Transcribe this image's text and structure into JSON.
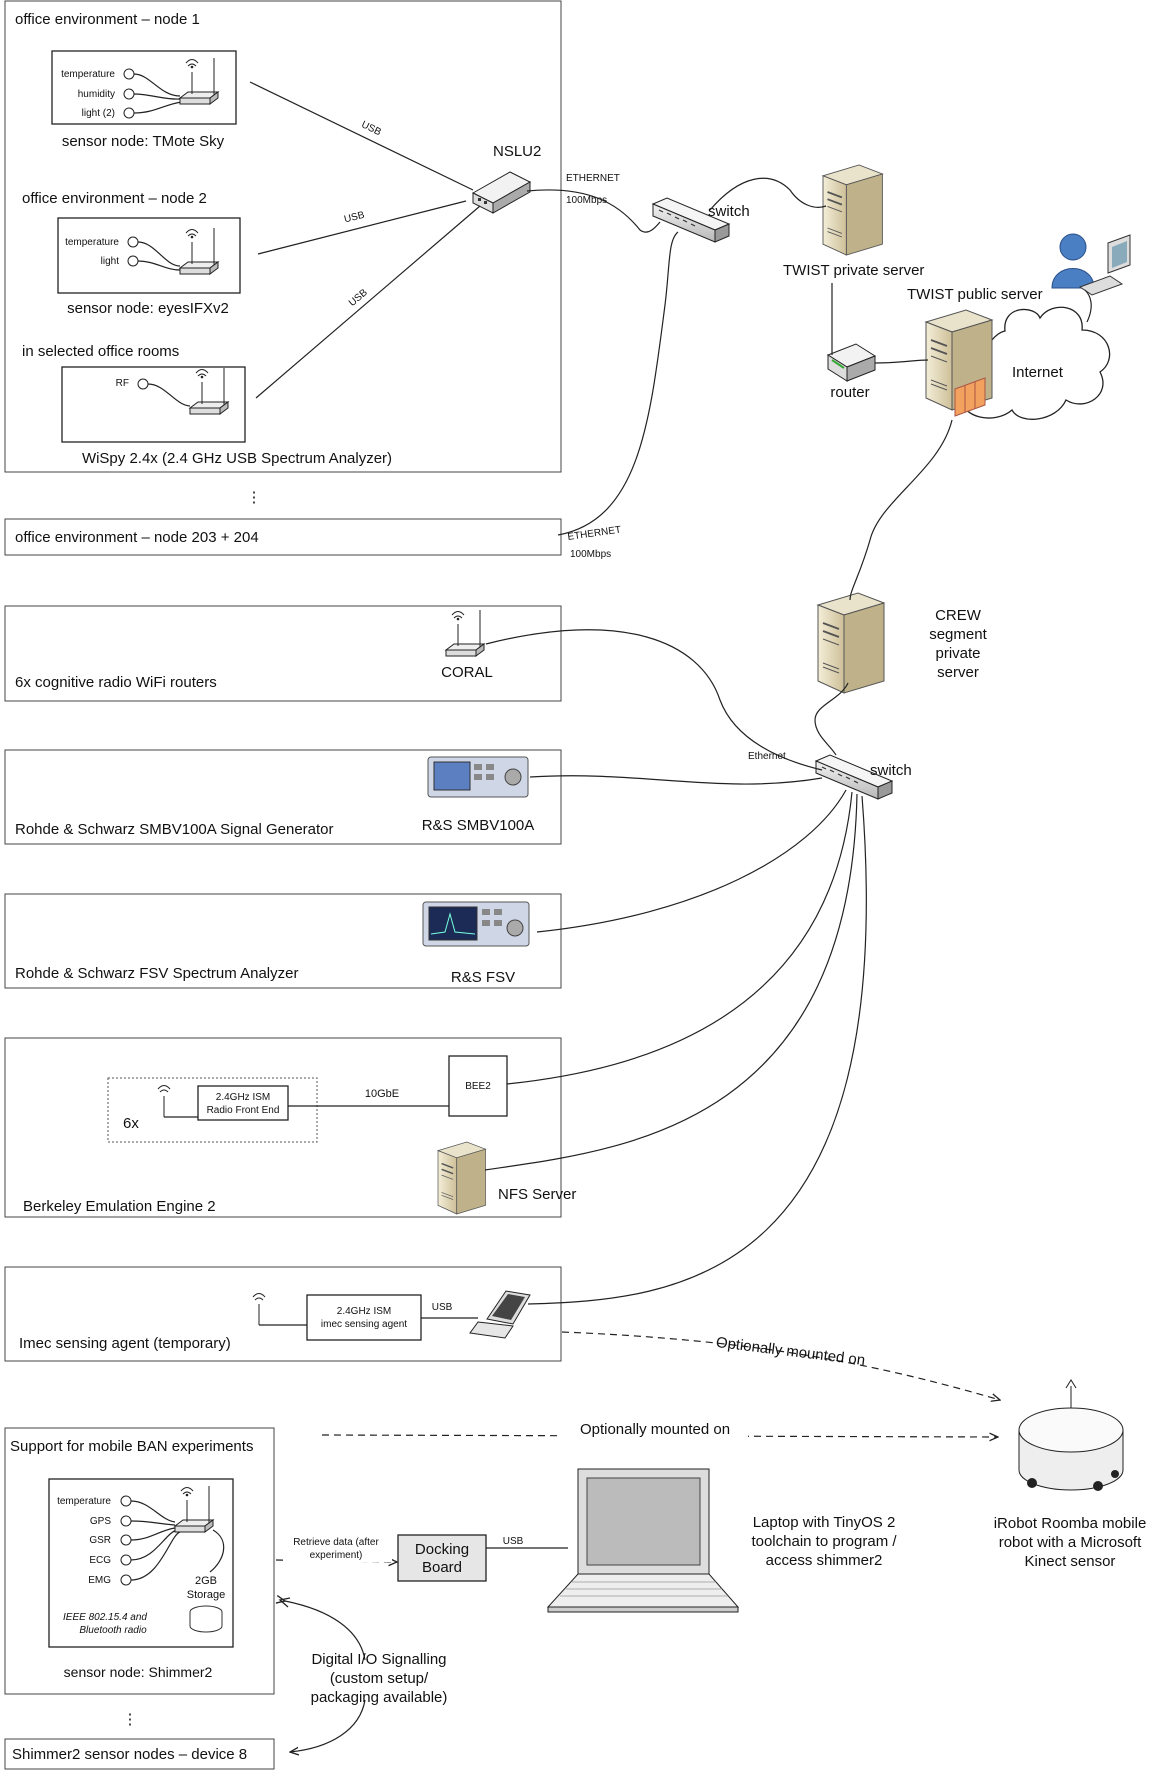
{
  "nodes": {
    "office_node1": {
      "title": "office environment – node 1",
      "sensors": [
        "temperature",
        "humidity",
        "light (2)"
      ],
      "caption": "sensor node: TMote Sky"
    },
    "office_node2": {
      "title": "office environment – node 2",
      "sensors": [
        "temperature",
        "light"
      ],
      "caption": "sensor node: eyesIFXv2"
    },
    "office_rooms": {
      "title": "in selected office rooms",
      "sensors": [
        "RF"
      ],
      "caption": "WiSpy 2.4x (2.4 GHz USB Spectrum Analyzer)"
    },
    "ellipsis": "⋮",
    "office_node203": {
      "title": "office environment – node 203 + 204"
    },
    "coral": {
      "title": "6x cognitive radio WiFi routers",
      "device": "CORAL"
    },
    "smbv": {
      "title": "Rohde & Schwarz SMBV100A Signal Generator",
      "device": "R&S SMBV100A"
    },
    "fsv": {
      "title": "Rohde & Schwarz FSV Spectrum Analyzer",
      "device": "R&S FSV"
    },
    "bee2": {
      "title": "Berkeley Emulation Engine 2",
      "multiplier": "6x",
      "frontend_line1": "2.4GHz ISM",
      "frontend_line2": "Radio Front End",
      "link": "10GbE",
      "device": "BEE2",
      "nfs": "NFS Server"
    },
    "imec": {
      "title": "Imec sensing agent (temporary)",
      "agent_line1": "2.4GHz ISM",
      "agent_line2": "imec sensing agent",
      "link": "USB"
    },
    "ban": {
      "title": "Support for mobile BAN experiments",
      "sensors": [
        "temperature",
        "GPS",
        "GSR",
        "ECG",
        "EMG"
      ],
      "storage_line1": "2GB",
      "storage_line2": "Storage",
      "radio_line1": "IEEE 802.15.4 and",
      "radio_line2": "Bluetooth radio",
      "caption": "sensor node: Shimmer2"
    },
    "shimmer_devices": {
      "title": "Shimmer2 sensor nodes – device 8"
    }
  },
  "network": {
    "nslu2": "NSLU2",
    "switch1": "switch",
    "twist_private": "TWIST private server",
    "twist_public": "TWIST public server",
    "router": "router",
    "internet": "Internet",
    "crew_server": [
      "CREW",
      "segment",
      "private",
      "server"
    ],
    "switch2": "switch"
  },
  "links": {
    "usb1": "USB",
    "usb2": "USB",
    "usb3": "USB",
    "eth1_line1": "ETHERNET",
    "eth1_line2": "100Mbps",
    "eth2_line1": "ETHERNET",
    "eth2_line2": "100Mbps",
    "ethernet_crew": "Ethernet",
    "optional1": "Optionally mounted on",
    "optional2": "Optionally mounted on",
    "retrieve_line1": "Retrieve data (after",
    "retrieve_line2": "experiment)",
    "docking_line1": "Docking",
    "docking_line2": "Board",
    "usb_docking": "USB",
    "digital_io": [
      "Digital I/O Signalling",
      "(custom setup/",
      "packaging available)"
    ]
  },
  "laptop_caption": [
    "Laptop with TinyOS 2",
    "toolchain to program /",
    "access shimmer2"
  ],
  "roomba_caption": [
    "iRobot Roomba mobile",
    "robot with a Microsoft",
    "Kinect sensor"
  ]
}
